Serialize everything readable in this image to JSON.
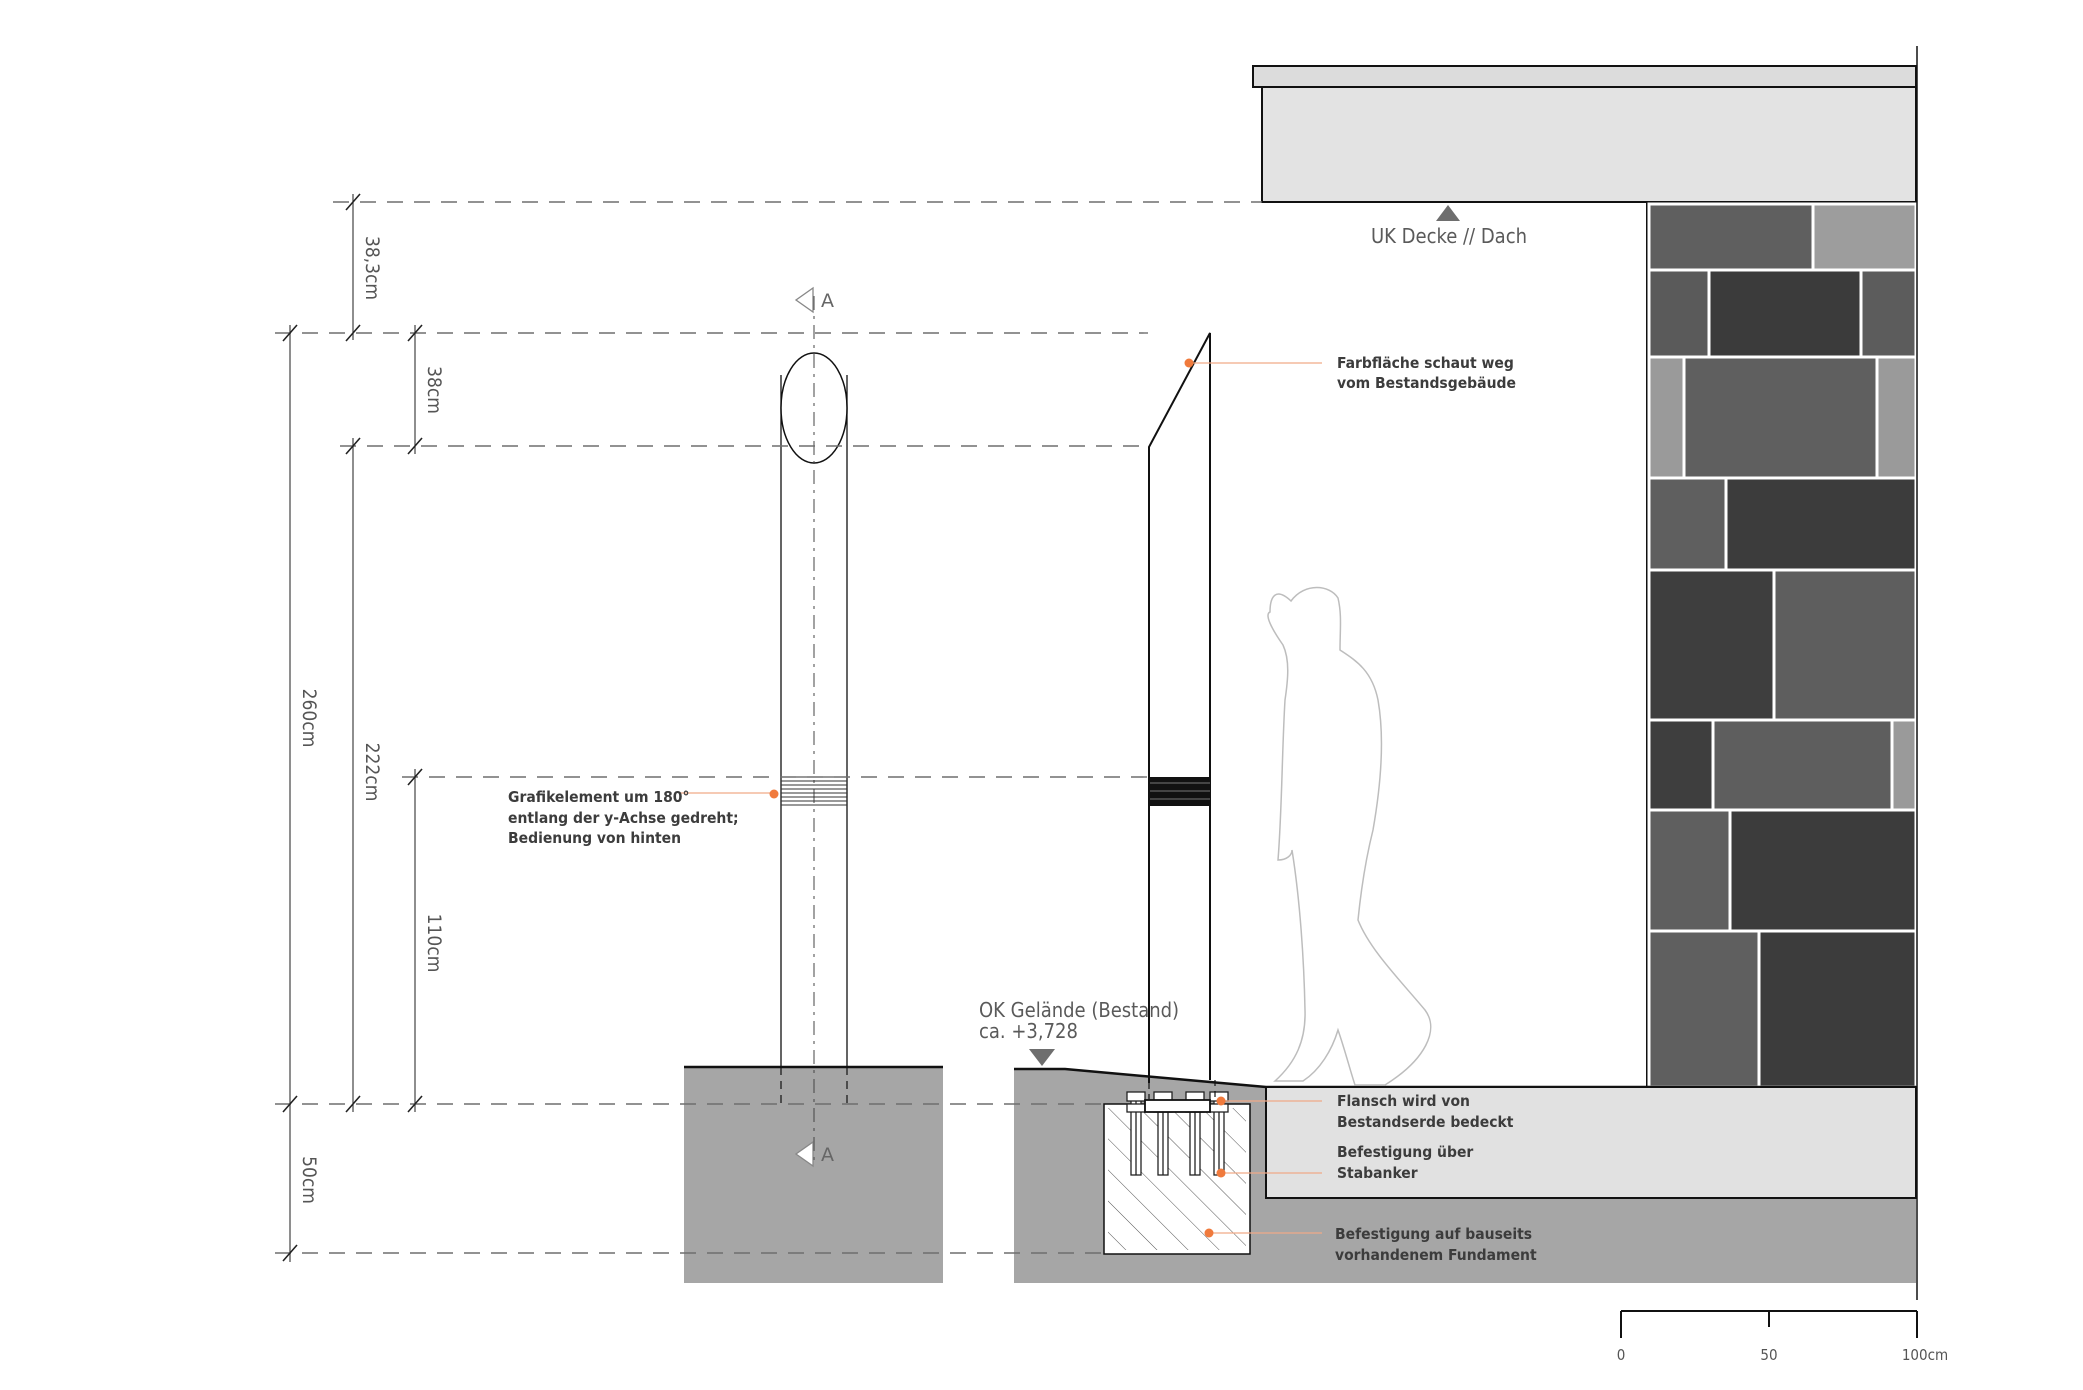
{
  "dimensions": {
    "d_38_3": "38,3cm",
    "d_38": "38cm",
    "d_260": "260cm",
    "d_222": "222cm",
    "d_110": "110cm",
    "d_50": "50cm"
  },
  "section_marks": {
    "top": "A",
    "bottom": "A"
  },
  "levels": {
    "ceiling": "UK  Decke // Dach",
    "ground_line1": "OK Gelände (Bestand)",
    "ground_line2": "ca. +3,728"
  },
  "notes": {
    "farbflaeche_1": "Farbfläche schaut weg",
    "farbflaeche_2": "vom Bestandsgebäude",
    "grafik_1": "Grafikelement um 180°",
    "grafik_2": "entlang der y-Achse gedreht;",
    "grafik_3": "Bedienung von hinten",
    "flansch_1": "Flansch wird von",
    "flansch_2": "Bestandserde bedeckt",
    "befestigung_1": "Befestigung über",
    "befestigung_2": "Stabanker",
    "fundament_1": "Befestigung auf bauseits",
    "fundament_2": "vorhandenem Fundament"
  },
  "scale_bar": {
    "label_0": "0",
    "label_50": "50",
    "label_100": "100cm"
  },
  "colors": {
    "ground": "#a6a6a6",
    "slab": "#e1e1e1",
    "stone_dark": "#3d3d3d",
    "stone_mid": "#5f5f5f",
    "stone_light": "#9a9a9a",
    "leader_dot": "#f07a3c"
  }
}
